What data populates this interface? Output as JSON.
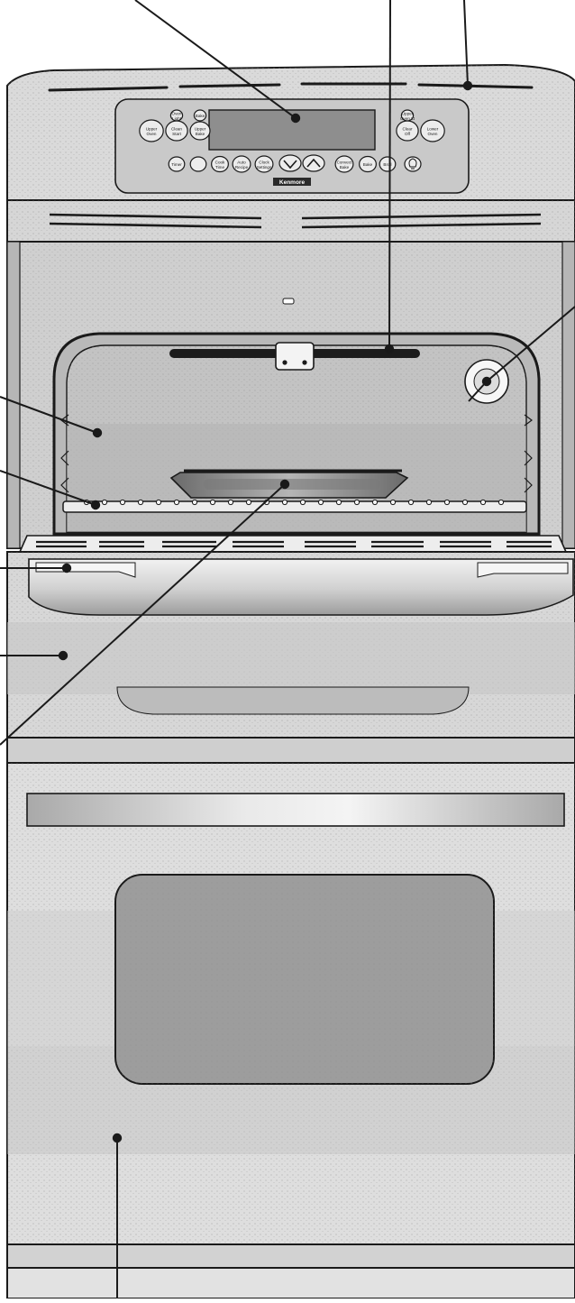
{
  "control_panel": {
    "buttons_left": [
      {
        "lines": [
          "Upper",
          "Oven"
        ]
      },
      {
        "lines": [
          "Clean",
          "Start"
        ]
      },
      {
        "lines": [
          "Upper",
          "Bake"
        ]
      }
    ],
    "buttons_left_small": [
      {
        "lines": [
          "Oven",
          "Light"
        ]
      },
      {
        "lines": [
          "Bake"
        ]
      }
    ],
    "buttons_bottom": [
      {
        "lines": [
          "Timer"
        ]
      },
      {
        "lines": [
          ""
        ]
      },
      {
        "lines": [
          "Cook",
          "Time"
        ]
      },
      {
        "lines": [
          "Auto",
          "Recipe"
        ]
      },
      {
        "lines": [
          "Clock",
          "Settings"
        ]
      }
    ],
    "buttons_right_bottom": [
      {
        "lines": [
          "Convect",
          "Bake"
        ]
      },
      {
        "lines": [
          "Bake"
        ]
      },
      {
        "lines": [
          "Broil"
        ]
      }
    ],
    "buttons_right": [
      {
        "lines": [
          "Clear",
          "Off"
        ]
      },
      {
        "lines": [
          "Lower",
          "Oven"
        ]
      }
    ],
    "buttons_right_small": [
      {
        "lines": [
          "Upper",
          "Oven Lt"
        ]
      }
    ],
    "brand_mark": "Kenmore"
  },
  "callouts": [
    {
      "name": "display-callout",
      "target": "control-panel-display"
    },
    {
      "name": "lock-latch-callout",
      "target": "upper-oven-latch"
    },
    {
      "name": "vent-callout",
      "target": "upper-vent"
    },
    {
      "name": "oven-light-callout",
      "target": "oven-light"
    },
    {
      "name": "oven-cavity-callout",
      "target": "upper-oven-cavity"
    },
    {
      "name": "rack-callout",
      "target": "oven-rack"
    },
    {
      "name": "door-handle-callout",
      "target": "upper-door-handle"
    },
    {
      "name": "upper-door-callout",
      "target": "upper-oven-door"
    },
    {
      "name": "broil-pan-callout",
      "target": "broil-pan"
    },
    {
      "name": "lower-door-callout",
      "target": "lower-oven-door"
    }
  ],
  "colors": {
    "line": "#1a1a1a",
    "steel_light": "#e4e4e4",
    "steel_mid": "#c8c8c8",
    "steel_dark": "#a8a8a8",
    "cavity": "#bdbdbd",
    "window": "#9a9a9a",
    "panel": "#d2d2d2"
  }
}
